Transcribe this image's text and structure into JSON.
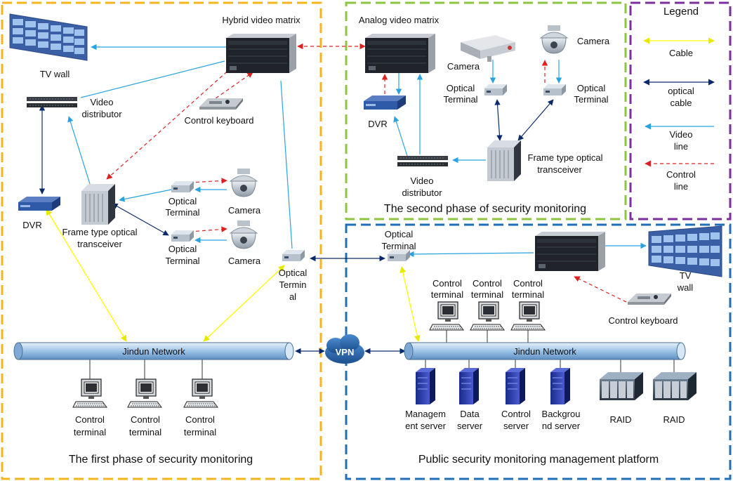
{
  "sections": {
    "phase1": "The first phase of security monitoring",
    "phase2": "The second phase of security monitoring",
    "platform": "Public security monitoring management platform"
  },
  "legend": {
    "title": "Legend",
    "cable": "Cable",
    "optical_cable_1": "optical",
    "optical_cable_2": "cable",
    "video_line_1": "Video",
    "video_line_2": "line",
    "control_line_1": "Control",
    "control_line_2": "line",
    "colors": {
      "cable": "#ffff00",
      "optical_cable": "#0b2a6b",
      "video_line": "#29a3e0",
      "control_line": "#e02020"
    }
  },
  "phase1": {
    "tv_wall": "TV wall",
    "hybrid_matrix": "Hybrid video matrix",
    "video_distributor_1": "Video",
    "video_distributor_2": "distributor",
    "control_keyboard": "Control keyboard",
    "dvr": "DVR",
    "frame_transceiver_1": "Frame type optical",
    "frame_transceiver_2": "transceiver",
    "optical_terminal_1": "Optical",
    "optical_terminal_2": "Terminal",
    "camera": "Camera",
    "optical_terminal_center_1": "Optical",
    "optical_terminal_center_2": "Termin",
    "optical_terminal_center_3": "al",
    "network": "Jindun Network",
    "control_terminal_1": "Control",
    "control_terminal_2": "terminal"
  },
  "phase2": {
    "analog_matrix": "Analog video matrix",
    "camera": "Camera",
    "optical_terminal_1": "Optical",
    "optical_terminal_2": "Terminal",
    "dvr": "DVR",
    "frame_transceiver_1": "Frame type optical",
    "frame_transceiver_2": "transceiver",
    "video_distributor_1": "Video",
    "video_distributor_2": "distributor"
  },
  "platform": {
    "optical_terminal_1": "Optical",
    "optical_terminal_2": "Terminal",
    "tv_wall_1": "TV",
    "tv_wall_2": "wall",
    "control_terminal_1": "Control",
    "control_terminal_2": "terminal",
    "control_keyboard": "Control keyboard",
    "vpn": "VPN",
    "network": "Jindun Network",
    "management_server_1": "Managem",
    "management_server_2": "ent server",
    "data_server_1": "Data",
    "data_server_2": "server",
    "control_server_1": "Control",
    "control_server_2": "server",
    "background_server_1": "Backgrou",
    "background_server_2": "nd server",
    "raid": "RAID"
  }
}
